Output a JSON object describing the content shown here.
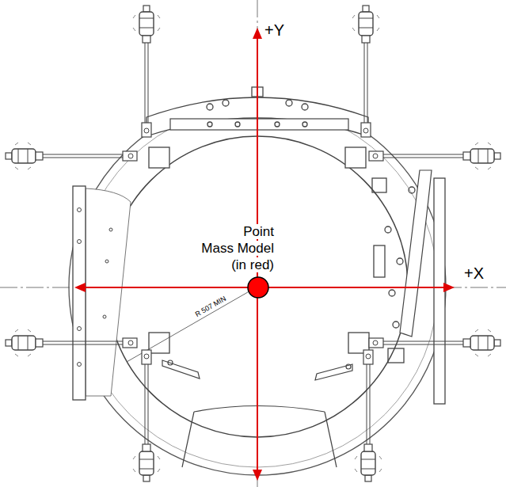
{
  "diagram": {
    "labels": [
      "+Y",
      "+X",
      "Point Mass Model (in red)",
      "R 507 MIN"
    ]
  }
}
